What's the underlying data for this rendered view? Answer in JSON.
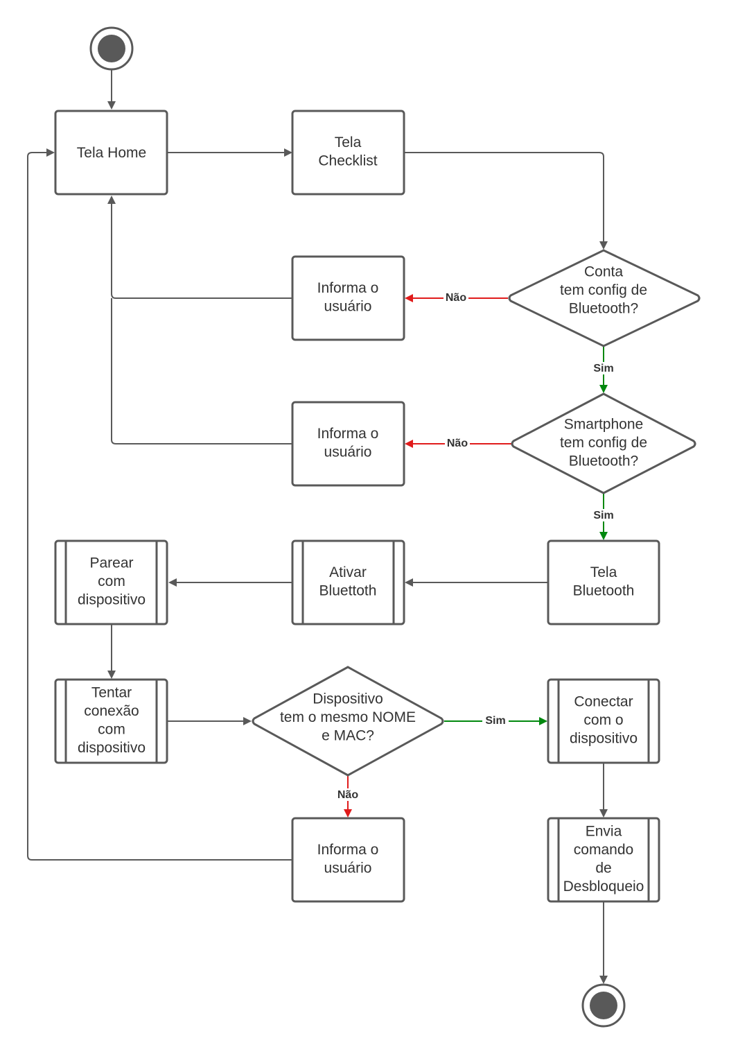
{
  "colors": {
    "stroke": "#595959",
    "text": "#333333",
    "yes": "#00880e",
    "no": "#e01b1b",
    "terminal_fill": "#595959"
  },
  "nodes": {
    "tela_home": [
      "Tela Home"
    ],
    "tela_checklist": [
      "Tela",
      "Checklist"
    ],
    "decision_conta": [
      "Conta",
      "tem config de",
      "Bluetooth?"
    ],
    "informa_1": [
      "Informa o",
      "usuário"
    ],
    "decision_smartphone": [
      "Smartphone",
      "tem config de",
      "Bluetooth?"
    ],
    "informa_2": [
      "Informa o",
      "usuário"
    ],
    "tela_bluetooth": [
      "Tela",
      "Bluetooth"
    ],
    "ativar_bluetooth": [
      "Ativar",
      "Bluettoth"
    ],
    "parear": [
      "Parear",
      "com",
      "dispositivo"
    ],
    "tentar_conexao": [
      "Tentar",
      "conexão",
      "com",
      "dispositivo"
    ],
    "decision_dispositivo": [
      "Dispositivo",
      "tem o mesmo NOME",
      "e MAC?"
    ],
    "conectar": [
      "Conectar",
      "com o",
      "dispositivo"
    ],
    "informa_3": [
      "Informa o",
      "usuário"
    ],
    "envia_comando": [
      "Envia",
      "comando",
      "de",
      "Desbloqueio"
    ]
  },
  "edge_labels": {
    "nao_1": "Não",
    "sim_1": "Sim",
    "nao_2": "Não",
    "sim_2": "Sim",
    "sim_3": "Sim",
    "nao_3": "Não"
  }
}
